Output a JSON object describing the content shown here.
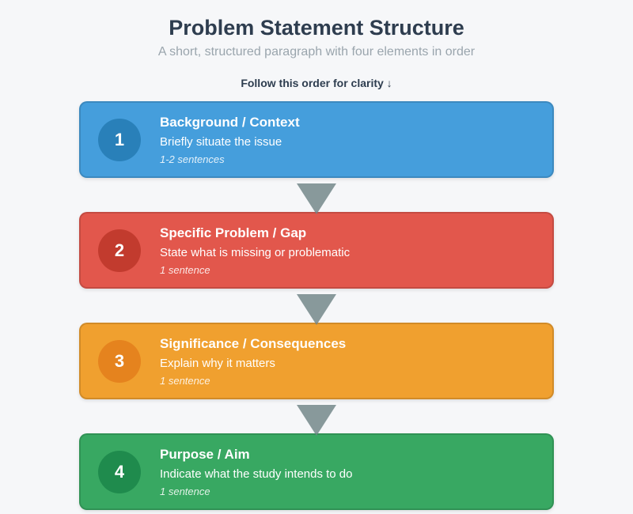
{
  "header": {
    "title": "Problem Statement Structure",
    "subtitle": "A short, structured paragraph with four elements in order",
    "order_note": "Follow this order for clarity ↓"
  },
  "arrow": {
    "color": "#6F8486"
  },
  "colors": {
    "background": "#F6F7F9",
    "heading_text": "#2E3D4F",
    "subtitle_text": "#9AA5AD"
  },
  "steps": [
    {
      "number": "1",
      "title": "Background / Context",
      "description": "Briefly situate the issue",
      "length_note": "1-2 sentences",
      "card_color": "#459EDC",
      "badge_color": "#2980B9"
    },
    {
      "number": "2",
      "title": "Specific Problem / Gap",
      "description": "State what is missing or problematic",
      "length_note": "1 sentence",
      "card_color": "#E2574C",
      "badge_color": "#C23B2E"
    },
    {
      "number": "3",
      "title": "Significance / Consequences",
      "description": "Explain why it matters",
      "length_note": "1 sentence",
      "card_color": "#F0A02F",
      "badge_color": "#E5831E"
    },
    {
      "number": "4",
      "title": "Purpose / Aim",
      "description": "Indicate what the study intends to do",
      "length_note": "1 sentence",
      "card_color": "#38A862",
      "badge_color": "#1F8B4D"
    }
  ]
}
